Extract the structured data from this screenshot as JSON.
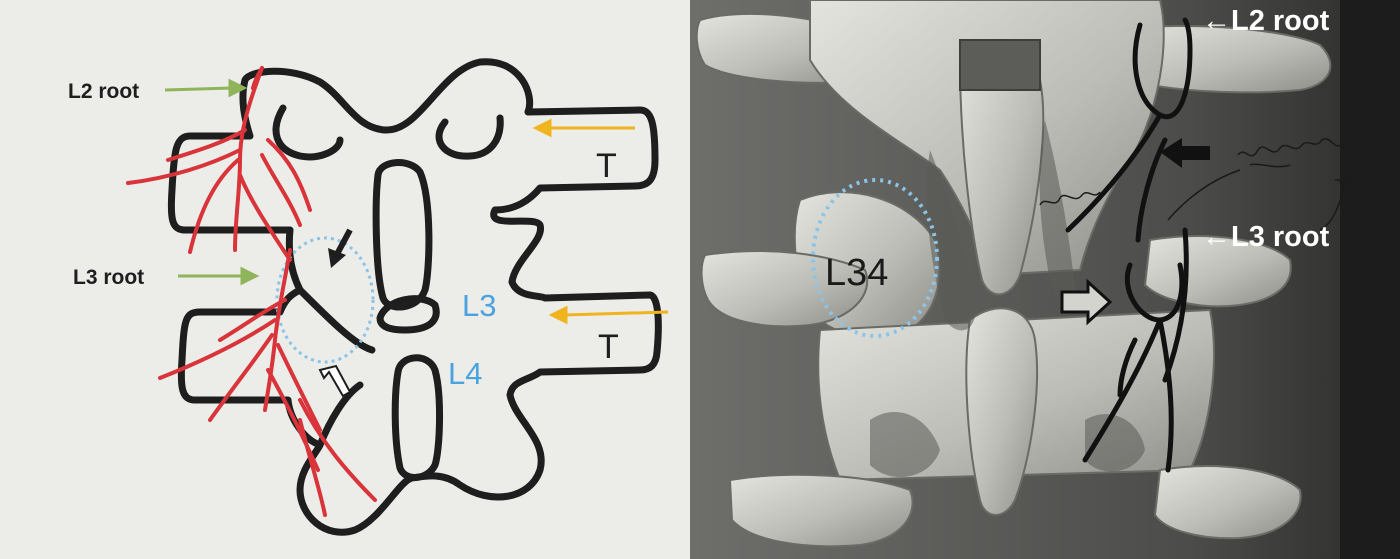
{
  "left_diagram": {
    "labels": {
      "l2_root": "L2 root",
      "l3_root": "L3 root",
      "t_upper": "T",
      "t_lower": "T",
      "level_l3": "L3",
      "level_l4": "L4"
    }
  },
  "right_image": {
    "labels": {
      "l2_root": "←L2 root",
      "l3_root": "←L3 root",
      "l34": "L34"
    }
  },
  "colors": {
    "nerve": "#d8343a",
    "outline": "#1e1e1e",
    "pointer_arrow": "#8fb45a",
    "transverse_arrow": "#f0b41e",
    "level_label": "#4aa3dc",
    "dotted_circle": "#8cc4e8"
  }
}
